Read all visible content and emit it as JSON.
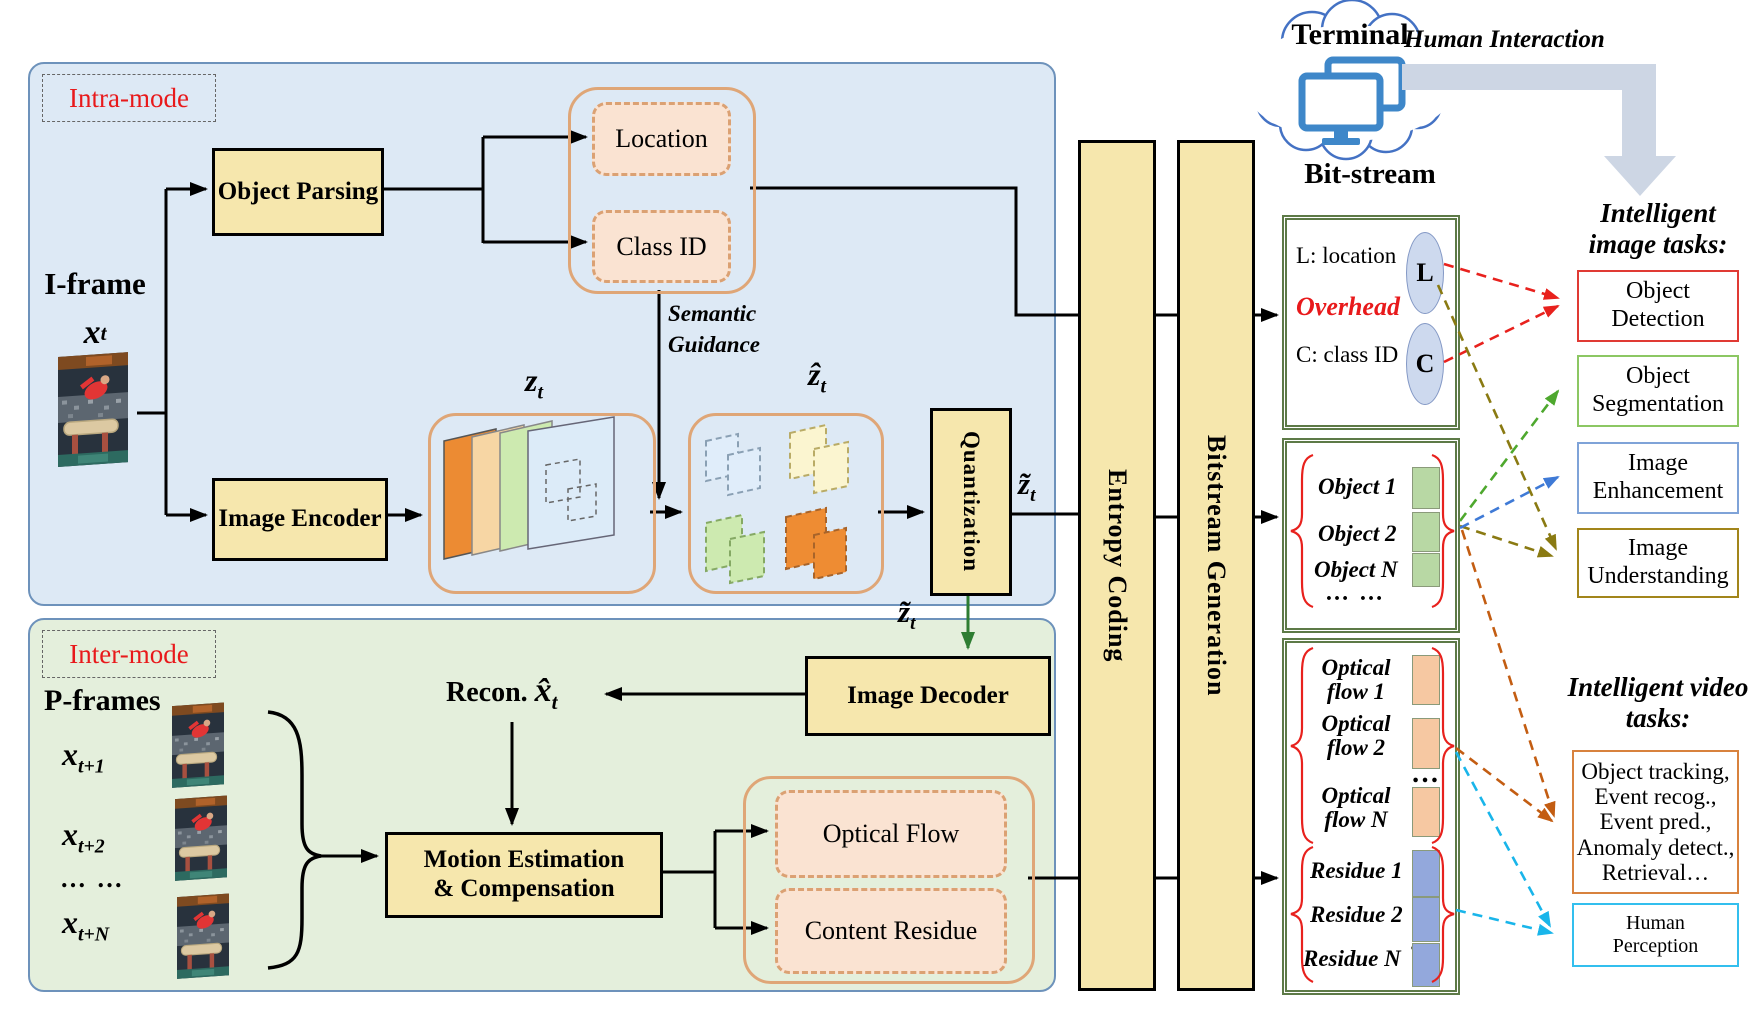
{
  "intra": {
    "title": "Intra-mode",
    "iframe_label": "I-frame",
    "object_parsing": "Object Parsing",
    "image_encoder": "Image Encoder",
    "location": "Location",
    "class_id": "Class ID",
    "semantic_guidance": "Semantic Guidance",
    "quantization": "Quantization"
  },
  "inter": {
    "title": "Inter-mode",
    "pframes_label": "P-frames",
    "recon_label": "Recon.",
    "image_decoder": "Image Decoder",
    "motion_line1": "Motion Estimation",
    "motion_line2": "& Compensation",
    "optical_flow": "Optical Flow",
    "content_residue": "Content Residue"
  },
  "math": {
    "x": "x",
    "z": "z",
    "zhat": "ẑ",
    "ztilde": "z̃",
    "xhat": "x̂",
    "t": "t",
    "t1": "t+1",
    "t2": "t+2",
    "tN": "t+N",
    "frame_dots": "… …"
  },
  "pipeline": {
    "entropy_coding": "Entropy Coding",
    "bitstream_generation": "Bitstream Generation"
  },
  "terminal": {
    "label": "Terminal",
    "human_interaction": "Human Interaction"
  },
  "bitstream": {
    "title": "Bit-stream",
    "l_label": "L: location",
    "overhead": "Overhead",
    "c_label": "C: class ID",
    "l_chip": "L",
    "c_chip": "C",
    "objects": [
      "Object 1",
      "Object 2",
      "Object N"
    ],
    "objects_dots": "… …",
    "flows": [
      "Optical flow 1",
      "Optical flow 2",
      "Optical flow N"
    ],
    "flow_dots": "…",
    "residues": [
      "Residue 1",
      "Residue 2",
      "Residue N"
    ],
    "residue_dots": "…"
  },
  "tasks": {
    "image_heading": "Intelligent image tasks:",
    "image_items": [
      "Object Detection",
      "Object Segmentation",
      "Image Enhancement",
      "Image Understanding"
    ],
    "video_heading": "Intelligent video tasks:",
    "video_lines": [
      "Object tracking,",
      "Event recog.,",
      "Event pred.,",
      "Anomaly detect.,",
      "Retrieval…"
    ],
    "human_perception": "Human Perception"
  },
  "colors": {
    "intra_bg": "#dde9f5",
    "inter_bg": "#e4efdc",
    "module_fill": "#f6e7ad",
    "container_border": "#dfa677",
    "dashed_fill": "#fae3d2",
    "red_accent": "#e8191b",
    "bitstream_border": "#5d7a47",
    "ellipse_fill": "#cdd9ee",
    "object_chip": "#b8d8a4",
    "flow_chip": "#f6c8a2",
    "residue_chip": "#93a8dc",
    "task_detection": "#e03a34",
    "task_segmentation": "#8cc763",
    "task_enhancement": "#7fa3d8",
    "task_understanding": "#a2851a",
    "task_video": "#d8823e",
    "task_perception": "#33bfee",
    "terminal_blue": "#4472c4",
    "interaction_arrow": "#cdd6e4",
    "green_arrow": "#2e7d32"
  }
}
